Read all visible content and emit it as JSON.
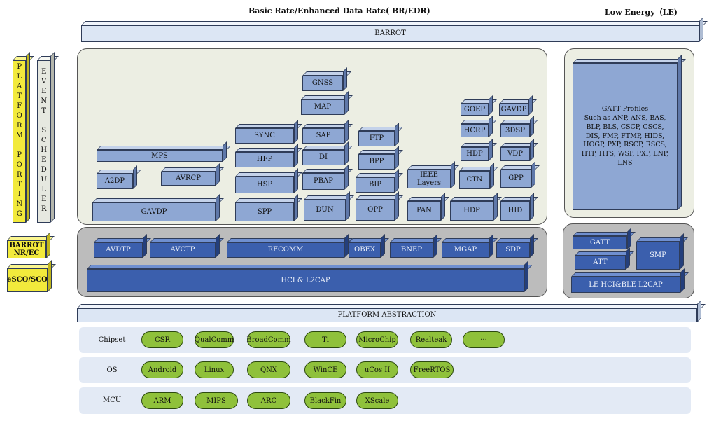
{
  "headers": {
    "br_edr": "Basic Rate/Enhanced Data Rate( BR/EDR)",
    "le": "Low Energy（LE)"
  },
  "bars": {
    "barrot": "BARROT",
    "platform_abstraction": "PLATFORM ABSTRACTION"
  },
  "side": {
    "platform_porting": "PLATFORM PORTING",
    "event_scheduler": "EVENT SCHEDULER",
    "nrec": "BARROT NR/EC",
    "esco": "eSCO/SCO"
  },
  "profiles": {
    "gnss": "GNSS",
    "map": "MAP",
    "sync": "SYNC",
    "sap": "SAP",
    "ftp": "FTP",
    "mps": "MPS",
    "hfp": "HFP",
    "di": "DI",
    "bpp": "BPP",
    "a2dp": "A2DP",
    "avrcp": "AVRCP",
    "hsp": "HSP",
    "pbap": "PBAP",
    "bip": "BIP",
    "ieee": "IEEE Layers",
    "ctn": "CTN",
    "gpp": "GPP",
    "goep": "GOEP",
    "gavdp_r": "GAVDP",
    "hcrp": "HCRP",
    "dsp3": "3DSP",
    "hdp_top": "HDP",
    "vdp": "VDP",
    "gavdp": "GAVDP",
    "spp": "SPP",
    "dun": "DUN",
    "opp": "OPP",
    "pan": "PAN",
    "hdp": "HDP",
    "hid": "HID"
  },
  "gatt_profiles": {
    "title": "GATT Profiles",
    "list": "Such as ANP, ANS, BAS, BLP, BLS, CSCP, CSCS, DIS, FMP, FTMP, HIDS, HOGP, PXP, RSCP, RSCS, HTP, HTS, WSP, PXP, LNP, LNS"
  },
  "core": {
    "avdtp": "AVDTP",
    "avctp": "AVCTP",
    "rfcomm": "RFCOMM",
    "obex": "OBEX",
    "bnep": "BNEP",
    "mgap": "MGAP",
    "sdp": "SDP",
    "hci_l2cap": "HCI & L2CAP"
  },
  "le_core": {
    "gatt": "GATT",
    "att": "ATT",
    "smp": "SMP",
    "le_hci": "LE HCI&BLE L2CAP"
  },
  "rows": [
    {
      "label": "Chipset",
      "items": [
        "CSR",
        "QualComm",
        "BroadComm",
        "Ti",
        "MicroChip",
        "Realteak",
        "···"
      ]
    },
    {
      "label": "OS",
      "items": [
        "Android",
        "Linux",
        "QNX",
        "WinCE",
        "uCos II",
        "FreeRTOS"
      ]
    },
    {
      "label": "MCU",
      "items": [
        "ARM",
        "MIPS",
        "ARC",
        "BlackFin",
        "XScale"
      ]
    }
  ],
  "colors": {
    "light_block": "#8ea7d3",
    "dark_block": "#3b5fad",
    "pill": "#8fc13b",
    "yellow": "#f2ea3c"
  }
}
